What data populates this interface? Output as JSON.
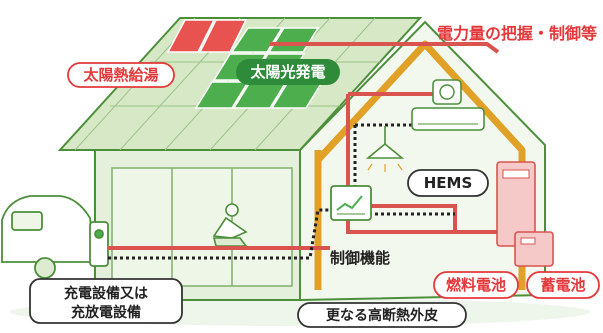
{
  "labels": {
    "power_monitor": "電力量の把握・制御等",
    "solar_thermal": "太陽熱給湯",
    "solar_pv": "太陽光発電",
    "hems": "HEMS",
    "control": "制御機能",
    "ev_charger": [
      "充電設備又は",
      "充放電設備"
    ],
    "fuel_cell": "燃料電池",
    "battery": "蓄電池",
    "insulation": "更なる高断熱外皮"
  },
  "colors": {
    "red_text": "#e5383b",
    "house_body": "#dcebd2",
    "house_outline": "#4c8f3a",
    "roof": "#c9ddb8",
    "pv_panel": "#4cae4c",
    "thermal_panel": "#e8524f",
    "power_line": "#d9534f",
    "control_line": "#222222",
    "insulation": "#e0a126",
    "glass": "#eef6e8",
    "storage_pink": "#f6c9c9"
  },
  "icons": [
    "car-icon",
    "charger-icon",
    "person-icon",
    "lamp-icon",
    "air-conditioner-icon",
    "wall-clock-icon",
    "hems-monitor-icon",
    "fuel-cell-icon",
    "battery-icon"
  ]
}
